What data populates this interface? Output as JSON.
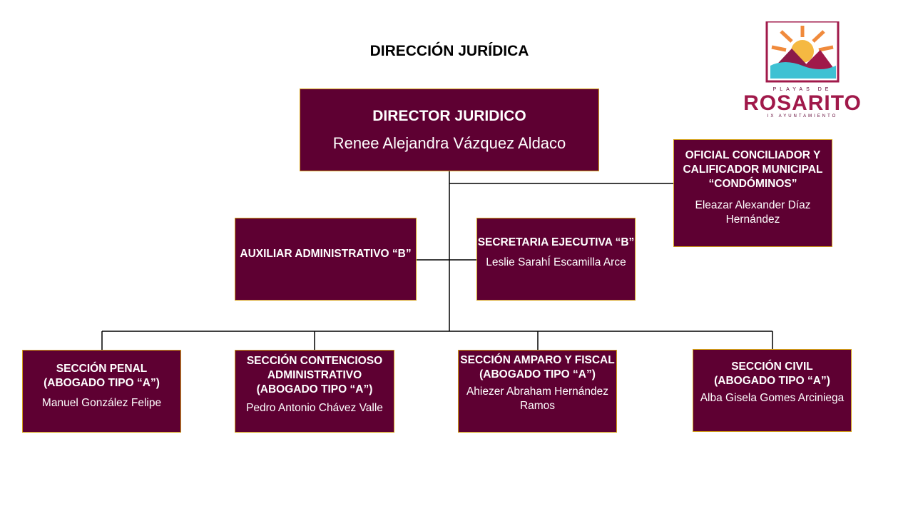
{
  "page_title": "DIRECCIÓN JURÍDICA",
  "logo": {
    "top_text": "PLAYAS DE",
    "wordmark": "ROSARITO",
    "bottom_text": "IX AYUNTAMIENTO"
  },
  "nodes": {
    "director": {
      "role": "DIRECTOR JURIDICO",
      "name": "Renee Alejandra Vázquez  Aldaco"
    },
    "oficial": {
      "role": "OFICIAL CONCILIADOR Y\nCALIFICADOR MUNICIPAL\n“CONDÓMINOS”",
      "name": "Eleazar Alexander Díaz\nHernández"
    },
    "auxiliar": {
      "role": "AUXILIAR ADMINISTRATIVO “B”",
      "name": ""
    },
    "secretaria": {
      "role": "SECRETARIA EJECUTIVA “B”",
      "name": "Leslie SarahÍ Escamilla Arce"
    },
    "penal": {
      "role": "SECCIÓN PENAL\n(ABOGADO TIPO “A”)",
      "name": "Manuel González Felipe"
    },
    "contencioso": {
      "role": "SECCIÓN CONTENCIOSO\nADMINISTRATIVO\n(ABOGADO TIPO “A”)",
      "name": "Pedro Antonio Chávez Valle"
    },
    "amparo": {
      "role": "SECCIÓN AMPARO Y FISCAL\n(ABOGADO TIPO “A”)",
      "name": "Ahiezer Abraham Hernández\nRamos"
    },
    "civil": {
      "role": "SECCIÓN CIVIL\n(ABOGADO TIPO “A”)",
      "name": "Alba Gisela Gomes Arciniega"
    }
  },
  "colors": {
    "box_fill": "#5e0032",
    "box_border": "#d4a017",
    "text": "#ffffff"
  }
}
